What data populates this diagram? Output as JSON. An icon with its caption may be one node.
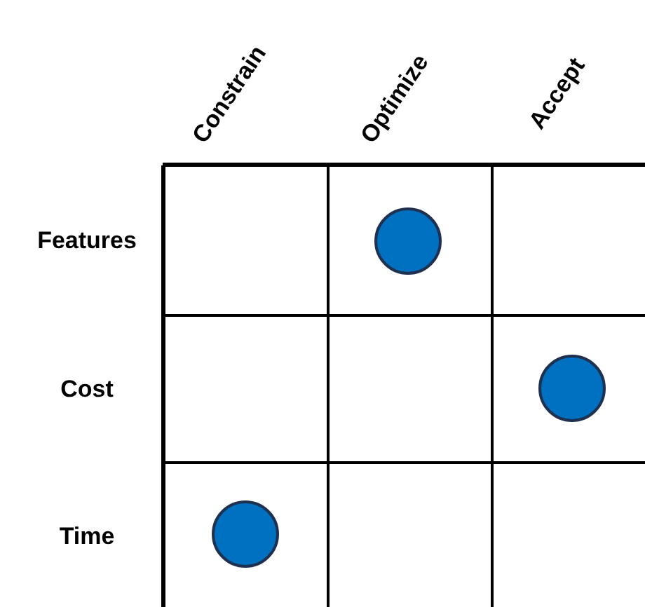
{
  "diagram": {
    "nodes": [
      {
        "text": [],
        "shape": "circle"
      },
      {
        "text": [],
        "shape": "circle"
      },
      {
        "text": [],
        "shape": "circle"
      }
    ],
    "labels": [
      "Constrain",
      "Optimize",
      "Accept",
      "Features",
      "Cost",
      "Time"
    ]
  }
}
